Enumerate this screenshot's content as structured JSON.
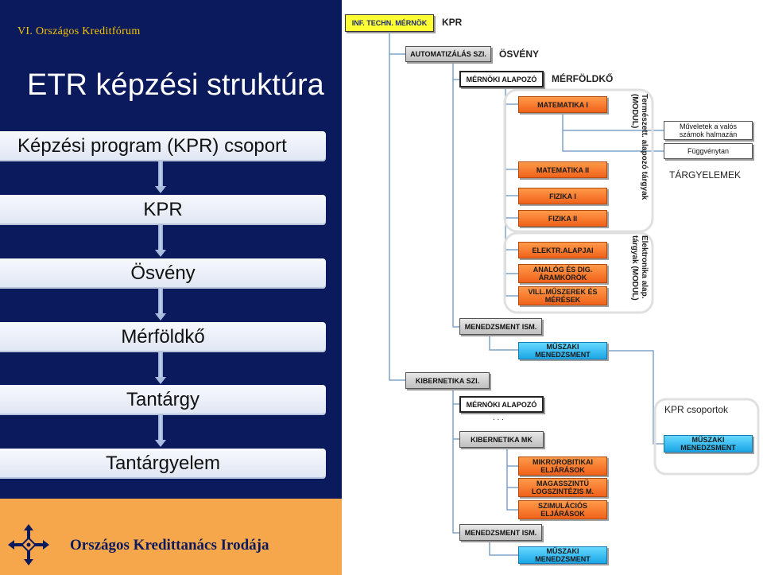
{
  "header": {
    "tag": "VI. Országos Kreditfórum"
  },
  "title": "ETR képzési struktúra",
  "hierarchy": [
    "Képzési program (KPR) csoport",
    "KPR",
    "Ösvény",
    "Mérföldkő",
    "Tantárgy",
    "Tantárgyelem"
  ],
  "footer": {
    "org": "Országos Kredittanács Irodája"
  },
  "diagram": {
    "root_node": "INF. TECHN. MÉRNÖK",
    "root_label": "KPR",
    "path_node": "AUTOMATIZÁLÁS SZI.",
    "path_label": "ÖSVÉNY",
    "milestone_node": "MÉRNÖKI ALAPOZÓ",
    "milestone_label": "MÉRFÖLDKŐ",
    "subjects_top": [
      "MATEMATIKA I",
      "MATEMATIKA II",
      "FIZIKA I",
      "FIZIKA II"
    ],
    "subjects_elec": [
      "ELEKTR.ALAPJAI",
      "ANALÓG ÉS DIG.\nÁRAMKÖRÖK",
      "VILL.MŰSZEREK ÉS\nMÉRÉSEK"
    ],
    "module1": "Természett. alapozó tárgyak\n(MODUL)",
    "module2": "Elektronika alap.\ntárgyak (MODUL)",
    "elements": [
      "Műveletek a valós\nszámok halmazán",
      "Függvénytan"
    ],
    "elements_label": "TÁRGYELEMEK",
    "mgmt1": "MENEDZSMENT ISM.",
    "mgmt1_sub": "MŰSZAKI\nMENEDZSMENT",
    "path2_node": "KIBERNETIKA SZI.",
    "milestone2_node": "MÉRNÖKI ALAPOZÓ",
    "dots": ". . .",
    "kib_node": "KIBERNETIKA MK",
    "kib_subjects": [
      "MIKROROBITIKAI\nELJÁRÁSOK",
      "MAGASSZINTŰ\nLOGSZINTÉZIS M.",
      "SZIMULÁCIÓS\nELJÁRÁSOK"
    ],
    "mgmt2": "MENEDZSMENT ISM.",
    "mgmt2_sub": "MŰSZAKI\nMENEDZSMENT",
    "group_label": "KPR csoportok",
    "group_sub": "MŰSZAKI\nMENEDZSMENT"
  }
}
